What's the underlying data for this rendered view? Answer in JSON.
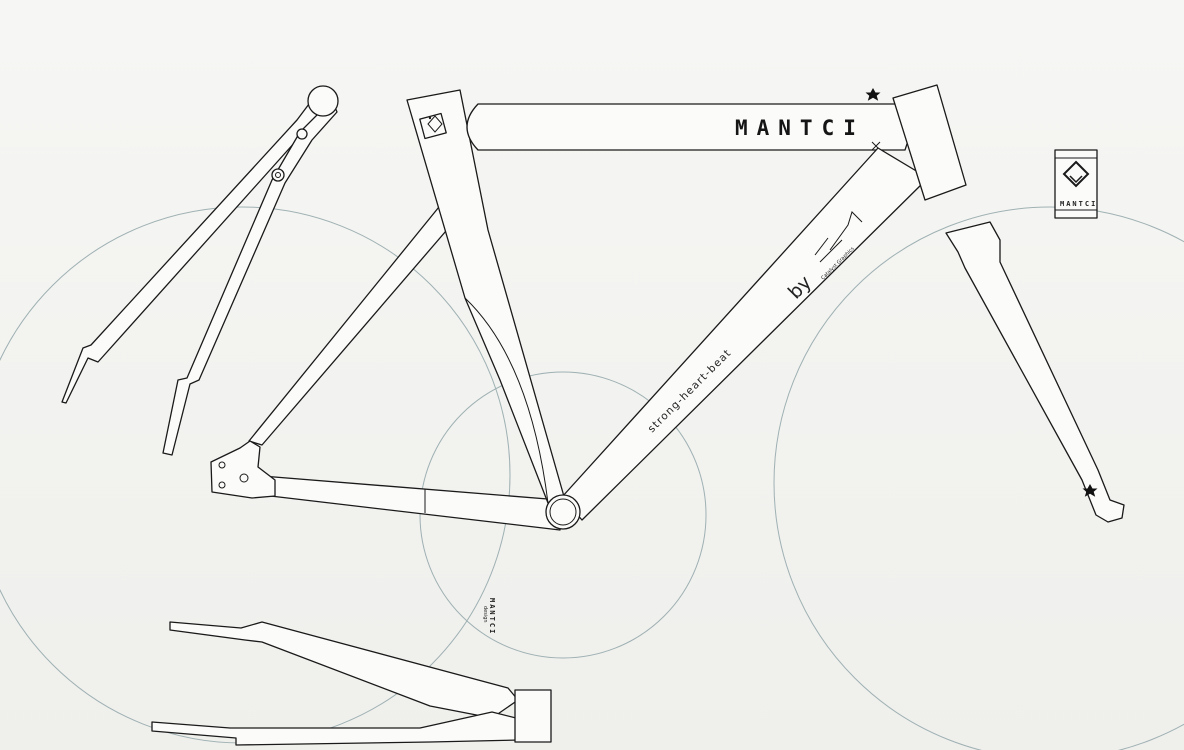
{
  "main_frame": {
    "brand": "MANTCI",
    "slogan": "strong-heart-beat",
    "by_label": "by",
    "signature_caption": "Catalyst Graphics"
  },
  "headtube_badge": {
    "brand": "MANTCI"
  },
  "wheel_marking": {
    "brand": "MANTCI",
    "sub": "design"
  },
  "colors": {
    "line": "#1a1a1a",
    "paper": "#f2f2f0",
    "wheel_outline": "#9fb1b3"
  }
}
